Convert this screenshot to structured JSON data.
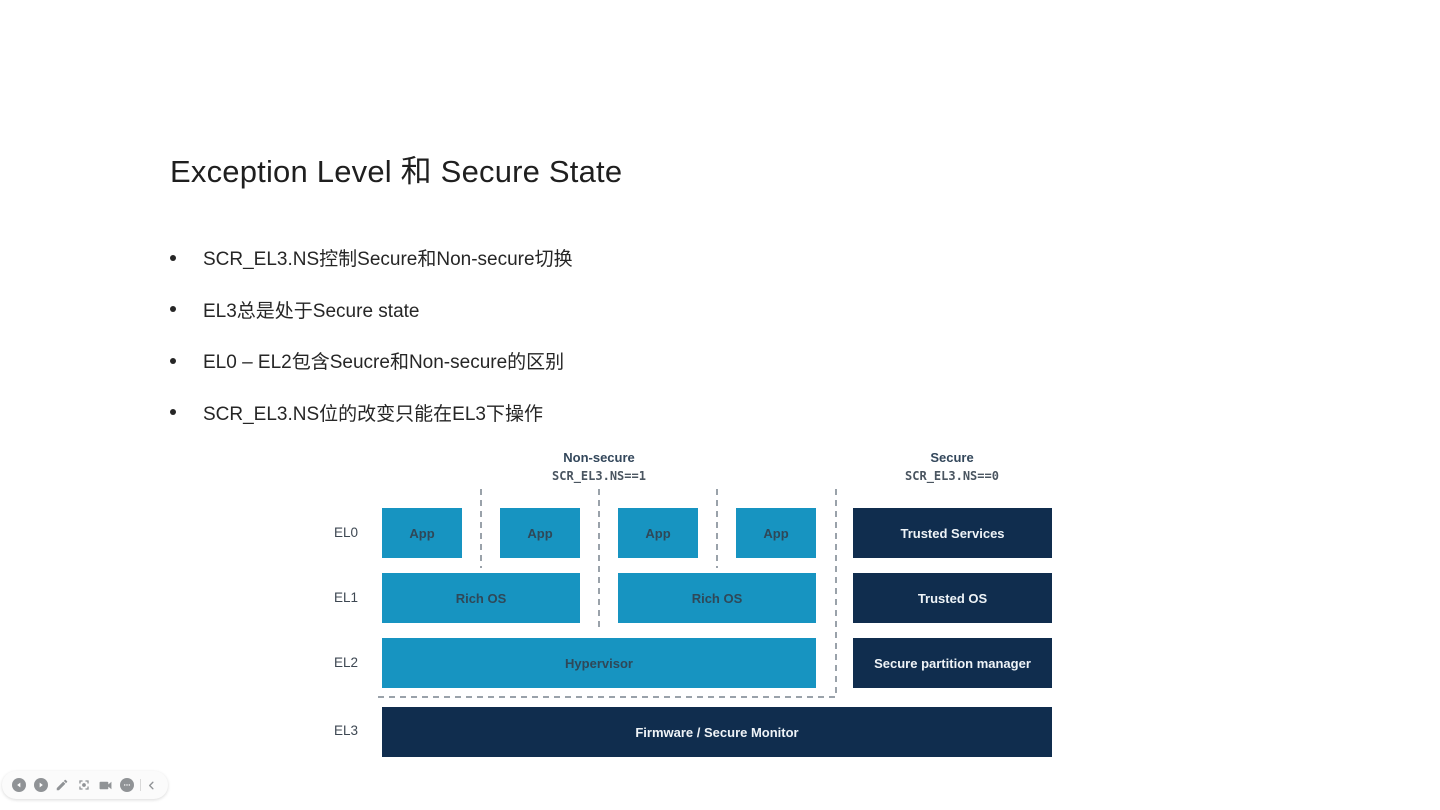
{
  "slide": {
    "title": "Exception Level 和 Secure State",
    "bullets": [
      "SCR_EL3.NS控制Secure和Non-secure切换",
      "EL3总是处于Secure state",
      "EL0 – EL2包含Seucre和Non-secure的区别",
      "SCR_EL3.NS位的改变只能在EL3下操作"
    ]
  },
  "diagram": {
    "region_nonsecure": {
      "label": "Non-secure",
      "condition": "SCR_EL3.NS==1"
    },
    "region_secure": {
      "label": "Secure",
      "condition": "SCR_EL3.NS==0"
    },
    "row_labels": {
      "el0": "EL0",
      "el1": "EL1",
      "el2": "EL2",
      "el3": "EL3"
    },
    "boxes": {
      "app1": "App",
      "app2": "App",
      "app3": "App",
      "app4": "App",
      "trusted_services": "Trusted Services",
      "rich_os_1": "Rich OS",
      "rich_os_2": "Rich OS",
      "trusted_os": "Trusted OS",
      "hypervisor": "Hypervisor",
      "secure_partition_manager": "Secure partition manager",
      "firmware": "Firmware / Secure Monitor"
    },
    "colors": {
      "nonsecure_box": "#1794c1",
      "secure_box": "#102d4e",
      "dashed_line": "#9aa2aa"
    }
  },
  "toolbar": {
    "buttons": [
      "previous-slide",
      "next-slide",
      "pen",
      "laser-pointer",
      "record",
      "more",
      "collapse"
    ]
  }
}
